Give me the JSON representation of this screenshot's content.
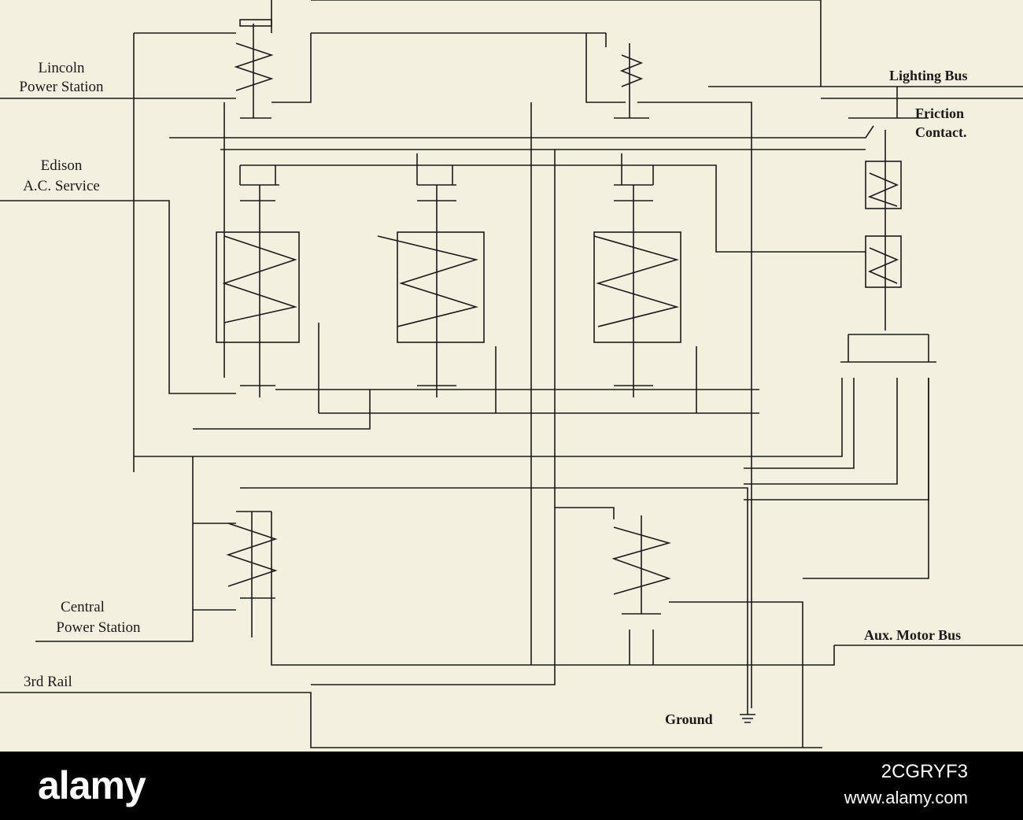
{
  "labels": {
    "lincoln": [
      "Lincoln",
      "Power Station"
    ],
    "edison": [
      "Edison",
      "A.C. Service"
    ],
    "central": [
      "Central",
      "Power Station"
    ],
    "third_rail": "3rd Rail",
    "lighting_bus": "Lighting Bus",
    "friction": [
      "Friction",
      "Contact."
    ],
    "aux_motor": "Aux. Motor Bus",
    "ground": "Ground"
  },
  "watermark": {
    "brand": "alamy",
    "image_id": "2CGRYF3",
    "url": "www.alamy.com"
  },
  "colors": {
    "paper": "#f4f0df",
    "ink": "#1a1a1a",
    "banner": "#000000"
  }
}
